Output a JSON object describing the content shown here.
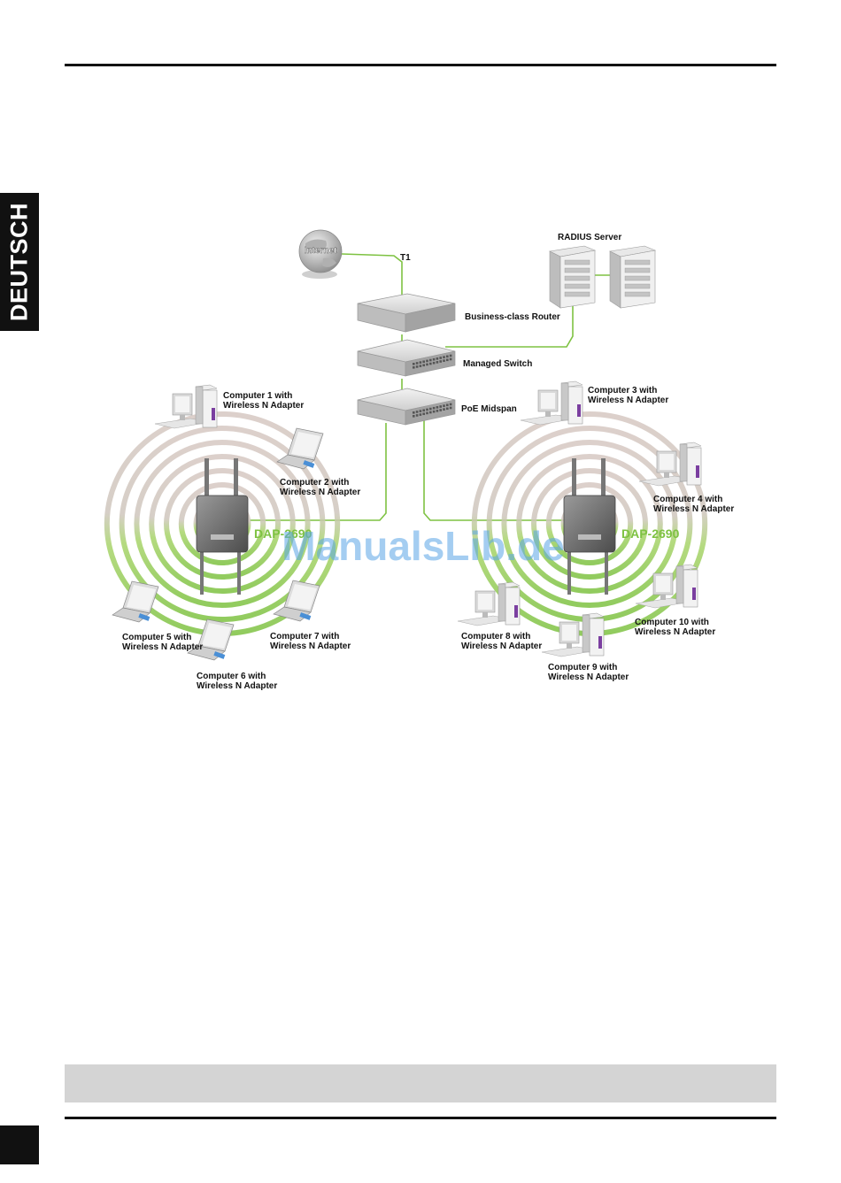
{
  "header": {
    "side_tab": "DEUTSCH"
  },
  "diagram": {
    "internet": "Internet",
    "t1": "T1",
    "radius_server": "RADIUS Server",
    "router": "Business-class Router",
    "switch": "Managed Switch",
    "midspan": "PoE Midspan",
    "ap_left": "DAP-2690",
    "ap_right": "DAP-2690",
    "watermark": "ManualsLib.de",
    "computers": [
      {
        "line1": "Computer 1 with",
        "line2": "Wireless N Adapter"
      },
      {
        "line1": "Computer 2 with",
        "line2": "Wireless N Adapter"
      },
      {
        "line1": "Computer 3 with",
        "line2": "Wireless N Adapter"
      },
      {
        "line1": "Computer 4 with",
        "line2": "Wireless N Adapter"
      },
      {
        "line1": "Computer 5 with",
        "line2": "Wireless N Adapter"
      },
      {
        "line1": "Computer 6 with",
        "line2": "Wireless N Adapter"
      },
      {
        "line1": "Computer 7 with",
        "line2": "Wireless N Adapter"
      },
      {
        "line1": "Computer 8 with",
        "line2": "Wireless N Adapter"
      },
      {
        "line1": "Computer 9 with",
        "line2": "Wireless N Adapter"
      },
      {
        "line1": "Computer 10 with",
        "line2": "Wireless N Adapter"
      }
    ]
  },
  "colors": {
    "link": "#7ec242",
    "wave_top": "#c9b8b0",
    "wave_bottom": "#8cc63f",
    "ink": "#111111"
  }
}
